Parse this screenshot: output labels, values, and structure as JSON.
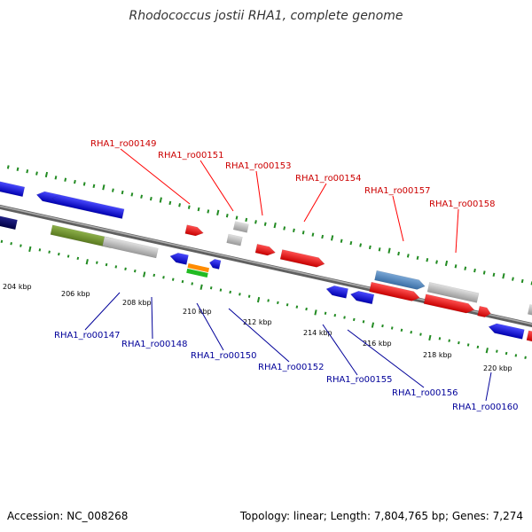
{
  "title": "Rhodococcus jostii RHA1, complete genome",
  "footer": {
    "accession": "Accession: NC_008268",
    "topology": "Topology: linear; Length: 7,804,765 bp; Genes: 7,274"
  },
  "colors": {
    "top_label": "#cc0000",
    "bottom_label": "#000099",
    "backbone": "#808080",
    "ticks": "#228b22"
  },
  "scale_labels": [
    "204 kbp",
    "206 kbp",
    "208 kbp",
    "210 kbp",
    "212 kbp",
    "214 kbp",
    "216 kbp",
    "218 kbp",
    "220 kbp"
  ],
  "top_gene_labels": [
    "RHA1_ro00149",
    "RHA1_ro00151",
    "RHA1_ro00153",
    "RHA1_ro00154",
    "RHA1_ro00157",
    "RHA1_ro00158"
  ],
  "bottom_gene_labels": [
    "RHA1_ro00147",
    "RHA1_ro00148",
    "RHA1_ro00150",
    "RHA1_ro00152",
    "RHA1_ro00155",
    "RHA1_ro00156",
    "RHA1_ro00160"
  ]
}
